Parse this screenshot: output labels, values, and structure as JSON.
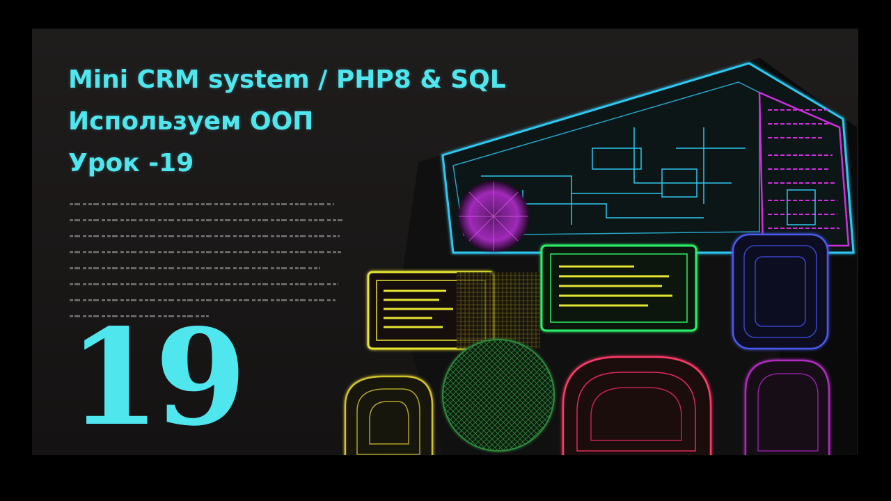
{
  "title": {
    "line1": "Mini CRM system / PHP8 & SQL",
    "line2": "Используем ООП",
    "line3": "Урок -19"
  },
  "lesson_number": "19",
  "colors": {
    "accent_text": "#4fe6ee",
    "background": "#1c1919",
    "neon_cyan": "#2ec8f0",
    "neon_magenta": "#d02ee0",
    "neon_green": "#2cf06a",
    "neon_yellow": "#e6e632",
    "neon_pink": "#ff3a6a"
  }
}
